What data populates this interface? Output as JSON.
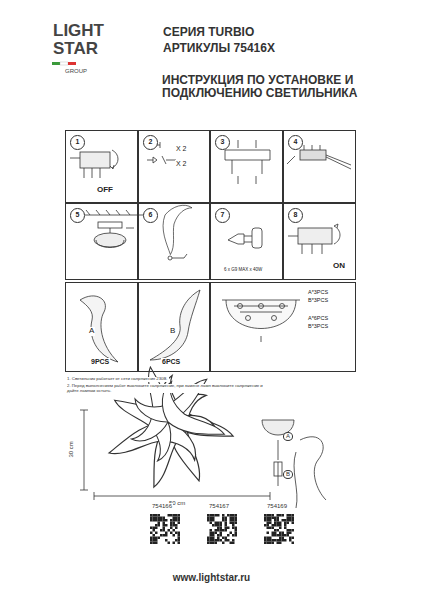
{
  "diagram": {
    "title": "ИНСТРУКЦИЯ ПО УСТАНОВКЕ И ПОДКЛЮЧЕНИЮ СВЕТИЛЬНИКА",
    "nodes": [
      {
        "text": [
          "1",
          "OFF"
        ]
      },
      {
        "text": [
          "2",
          "X 2",
          "X 2"
        ]
      },
      {
        "text": [
          "3"
        ]
      },
      {
        "text": [
          "4"
        ]
      },
      {
        "text": [
          "5"
        ]
      },
      {
        "text": [
          "6"
        ]
      },
      {
        "text": [
          "7",
          "6 x G9 MAX x 40W"
        ]
      },
      {
        "text": [
          "8",
          "ON"
        ]
      },
      {
        "text": [
          "A",
          "9PCS"
        ]
      },
      {
        "text": [
          "B",
          "6PCS"
        ]
      },
      {
        "text": [
          "A*3PCS",
          "B*3PCS",
          "A*6PCS",
          "B*3PCS"
        ]
      }
    ],
    "labels": [
      "LIGHT",
      "STAR",
      "GROUP",
      "СЕРИЯ TURBIO",
      "АРТИКУЛЫ 75416X",
      "1. Светильник работает от сети напряжения 230В.",
      "2. Перед выполнением работ выключите напряжение, при замене ламп выключите напряжение и дайте лампам остыть.",
      "30 cm",
      "50 cm",
      "A",
      "B",
      "754166",
      "754167",
      "754169",
      "www.lightstar.ru"
    ]
  }
}
